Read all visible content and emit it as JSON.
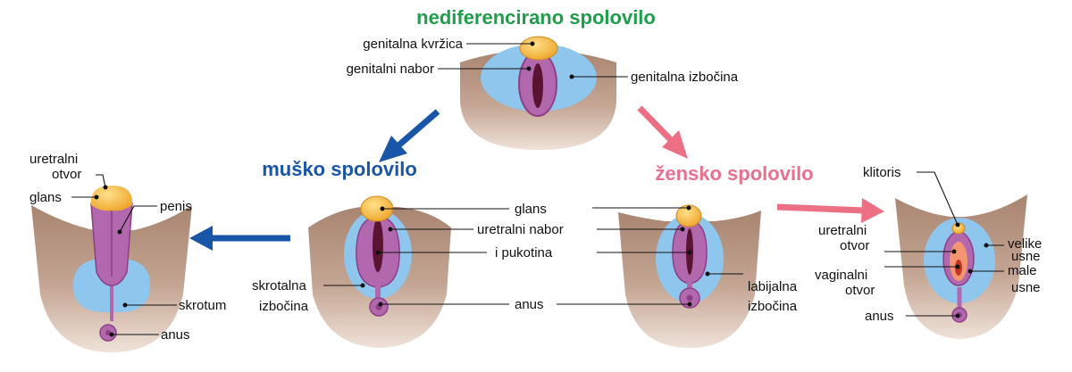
{
  "titles": {
    "top": "nediferencirano spolovilo",
    "male": "muško spolovilo",
    "female": "žensko spolovilo"
  },
  "labels": {
    "top": {
      "genital_tubercle": "genitalna kvržica",
      "genital_fold": "genitalni nabor",
      "genital_swelling": "genitalna izbočina"
    },
    "male_final": {
      "urethral_opening_1": "uretralni",
      "urethral_opening_2": "otvor",
      "glans": "glans",
      "penis": "penis",
      "scrotum": "skrotum",
      "anus": "anus"
    },
    "middle": {
      "glans": "glans",
      "urethral_fold": "uretralni nabor",
      "and_slit": "i pukotina",
      "anus": "anus",
      "scrotal_swelling_1": "skrotalna",
      "scrotal_swelling_2": "izbočina",
      "labial_swelling_1": "labijalna",
      "labial_swelling_2": "izbočina"
    },
    "female_final": {
      "clitoris": "klitoris",
      "urethral_opening_1": "uretralni",
      "urethral_opening_2": "otvor",
      "vaginal_opening_1": "vaginalni",
      "vaginal_opening_2": "otvor",
      "anus": "anus",
      "labia_majora_1": "velike",
      "labia_majora_2": "usne",
      "labia_minora_1": "male",
      "labia_minora_2": "usne"
    }
  },
  "colors": {
    "title_top": "#1e9e4a",
    "title_male": "#1a56a8",
    "title_female": "#e8708e",
    "arrow_male": "#1a56a8",
    "arrow_female": "#ec6f84",
    "skin": "#b89681",
    "skin_light": "#dcc4b3",
    "swelling": "#8ec6ee",
    "fold": "#b168ad",
    "fold_dark": "#8d3f86",
    "glans": "#f2b13a",
    "slit": "#5a1431",
    "inner_labia": "#f39670"
  }
}
